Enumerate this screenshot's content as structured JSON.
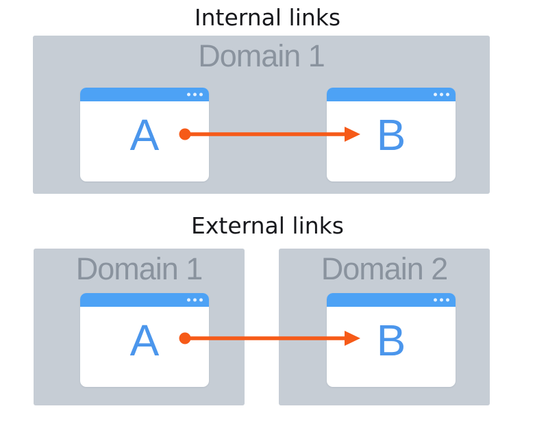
{
  "colors": {
    "background": "#ffffff",
    "card": "#c6cdd5",
    "card_shadow": "#76818d",
    "card_shadow_halo": "#a7b0ba",
    "domain_label": "#8a939e",
    "window_bar": "#4da2f5",
    "window_letter": "#4b96ec",
    "arrow": "#f65a18",
    "title": "#17181c"
  },
  "icons": {
    "window_menu": "three-dots-icon"
  },
  "sections": [
    {
      "id": "internal",
      "title": "Internal links",
      "domains": [
        {
          "label": "Domain 1",
          "windows": [
            {
              "label": "A"
            },
            {
              "label": "B"
            }
          ]
        }
      ],
      "arrow": {
        "from": "A",
        "to": "B",
        "direction": "right"
      }
    },
    {
      "id": "external",
      "title": "External links",
      "domains": [
        {
          "label": "Domain 1",
          "windows": [
            {
              "label": "A"
            }
          ]
        },
        {
          "label": "Domain 2",
          "windows": [
            {
              "label": "B"
            }
          ]
        }
      ],
      "arrow": {
        "from": "A",
        "to": "B",
        "direction": "right"
      }
    }
  ]
}
